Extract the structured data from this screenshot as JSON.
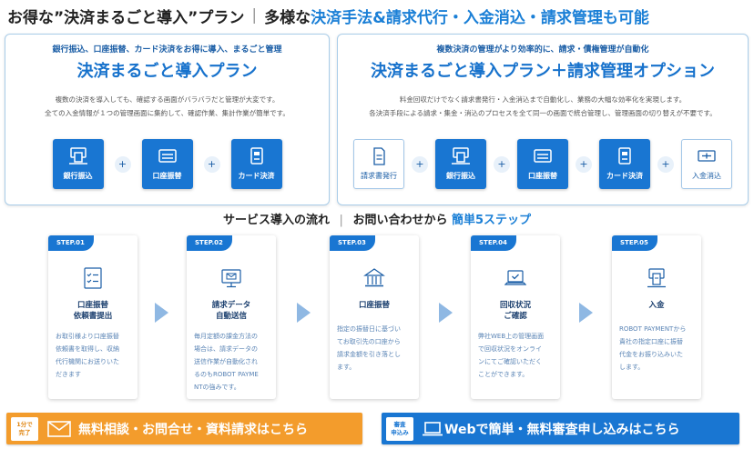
{
  "headline": {
    "part1": "お得な”決済まるごと導入”プラン",
    "separator": "|",
    "part2": "多様な",
    "part3": "決済手法&請求代行・入金消込・請求管理も可能"
  },
  "plan_basic": {
    "subtitle": "銀行振込、口座振替、カード決済をお得に導入、まるごと管理",
    "title": "決済まるごと導入プラン",
    "desc_line1": "複数の決済を導入しても、確認する画面がバラバラだと管理が大変です。",
    "desc_line2": "全ての入金情報が１つの管理画面に集約して、確認作業、集計作業が簡単です。",
    "methods": [
      {
        "label": "銀行振込",
        "icon": "bank-transfer-icon"
      },
      {
        "label": "口座振替",
        "icon": "account-transfer-icon"
      },
      {
        "label": "カード決済",
        "icon": "card-payment-icon"
      }
    ],
    "plus": "+"
  },
  "plan_option": {
    "subtitle": "複数決済の管理がより効率的に、請求・債権管理が自動化",
    "title": "決済まるごと導入プラン＋請求管理オプション",
    "desc_line1": "料金回収だけでなく請求書発行・入金消込まで自動化し、業務の大幅な効率化を実現します。",
    "desc_line2": "各決済手段による請求・集金・消込のプロセスを全て同一の画面で統合管理し、管理画面の切り替えが不要です。",
    "methods": [
      {
        "label": "請求書発行",
        "icon": "invoice-icon"
      },
      {
        "label": "銀行振込",
        "icon": "bank-transfer-icon"
      },
      {
        "label": "口座振替",
        "icon": "account-transfer-icon"
      },
      {
        "label": "カード決済",
        "icon": "card-payment-icon"
      },
      {
        "label": "入金消込",
        "icon": "reconciliation-icon"
      }
    ],
    "plus": "+"
  },
  "flow": {
    "part1": "サービス導入の流れ",
    "separator": "|",
    "part2": "お問い合わせから",
    "part3": "簡単5ステップ"
  },
  "steps": [
    {
      "tag": "STEP.01",
      "icon": "checklist-icon",
      "title_line1": "口座振替",
      "title_line2": "依頼書提出",
      "desc": [
        "お取引様より口座振替",
        "依頼書を取得し、収納",
        "代行機関にお送りいた",
        "だきます"
      ]
    },
    {
      "tag": "STEP.02",
      "icon": "monitor-mail-icon",
      "title_line1": "請求データ",
      "title_line2": "自動送信",
      "desc": [
        "毎月定額の課金方法の",
        "場合は、請求データの",
        "送信作業が自動化され",
        "るのもROBOT PAYME",
        "NTの強みです。"
      ]
    },
    {
      "tag": "STEP.03",
      "icon": "bank-building-icon",
      "title_line1": "口座振替",
      "title_line2": "",
      "desc": [
        "指定の振替日に基づい",
        "てお取引先の口座から",
        "請求金額を引き落とし",
        "ます。"
      ]
    },
    {
      "tag": "STEP.04",
      "icon": "laptop-check-icon",
      "title_line1": "回収状況",
      "title_line2": "ご確認",
      "desc": [
        "弊社WEB上の管理画面",
        "で回収状況をオンライ",
        "ンにてご確認いただく",
        "ことができます。"
      ]
    },
    {
      "tag": "STEP.05",
      "icon": "deposit-atm-icon",
      "title_line1": "入金",
      "title_line2": "",
      "desc": [
        "ROBOT PAYMENTから",
        "貴社の指定口座に振替",
        "代金をお振り込みいた",
        "します。"
      ]
    }
  ],
  "cta_consult": {
    "badge_line1": "1分で",
    "badge_line2": "完了",
    "text": "無料相談・お問合せ・資料請求はこちら",
    "color": "#f39c2c"
  },
  "cta_apply": {
    "badge_line1": "審査",
    "badge_line2": "申込み",
    "text": "Webで簡単・無料審査申し込みはこちら",
    "color": "#1976d2"
  },
  "colors": {
    "accent": "#1976d2",
    "heading_blue": "#1a7fd6",
    "border": "#a9cde9"
  }
}
